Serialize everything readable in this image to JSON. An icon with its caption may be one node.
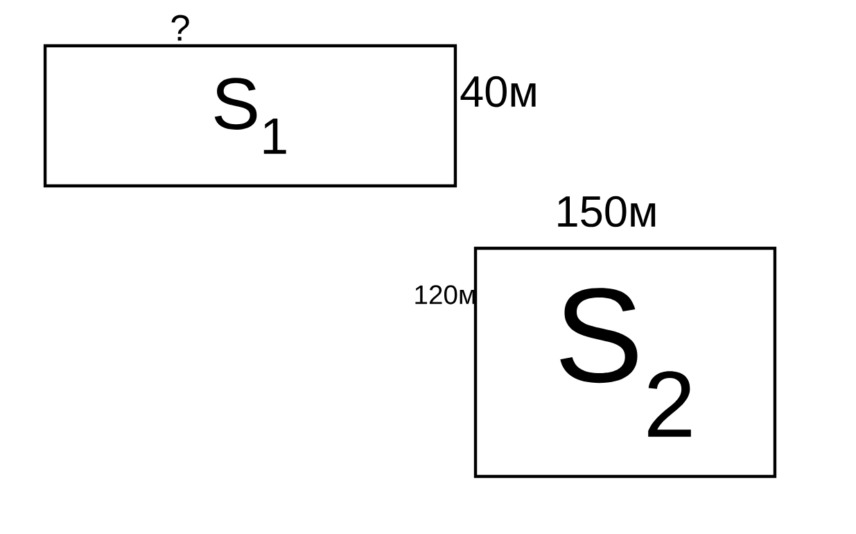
{
  "diagram": {
    "nodes": [
      {
        "text": [
          "S$_{1}$"
        ]
      },
      {
        "text": [
          "S$_{2}$"
        ]
      }
    ],
    "edges": [],
    "labels": [
      "?",
      "40м",
      "150м",
      "120м"
    ]
  }
}
